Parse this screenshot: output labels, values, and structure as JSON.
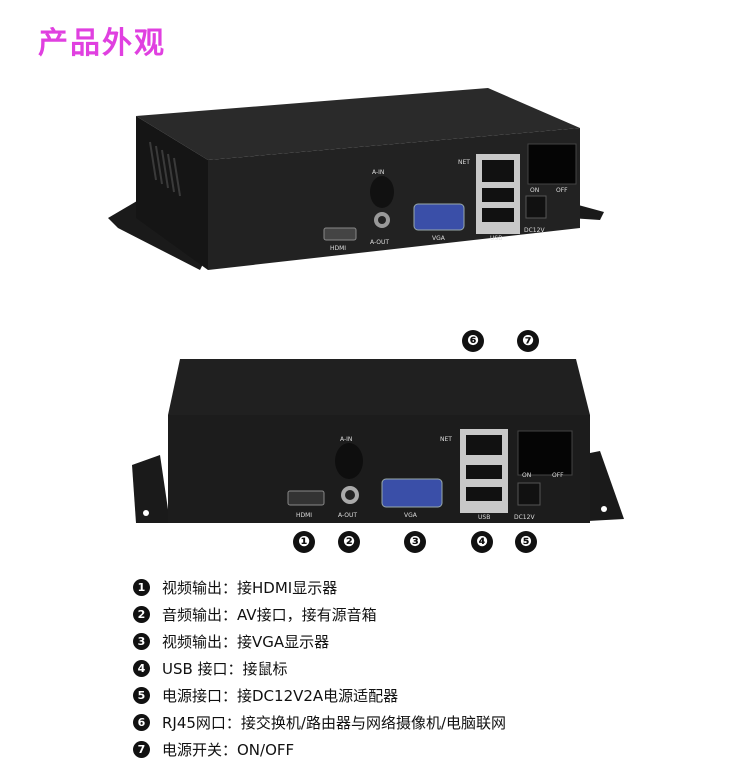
{
  "page_title": "产品外观",
  "device_labels": {
    "hdmi": "HDMI",
    "a_in": "A-IN",
    "a_out": "A-OUT",
    "vga": "VGA",
    "net": "NET",
    "usb": "USB",
    "dc12v": "DC12V",
    "on": "ON",
    "off": "OFF"
  },
  "callouts": {
    "c1": "❶",
    "c2": "❷",
    "c3": "❸",
    "c4": "❹",
    "c5": "❺",
    "c6": "❻",
    "c7": "❼"
  },
  "legend": [
    {
      "num": "1",
      "text": "视频输出：接HDMI显示器"
    },
    {
      "num": "2",
      "text": "音频输出：AV接口，接有源音箱"
    },
    {
      "num": "3",
      "text": "视频输出：接VGA显示器"
    },
    {
      "num": "4",
      "text": "USB 接口：接鼠标"
    },
    {
      "num": "5",
      "text": "电源接口：接DC12V2A电源适配器"
    },
    {
      "num": "6",
      "text": "RJ45网口：接交换机/路由器与网络摄像机/电脑联网"
    },
    {
      "num": "7",
      "text": "电源开关：ON/OFF"
    }
  ]
}
